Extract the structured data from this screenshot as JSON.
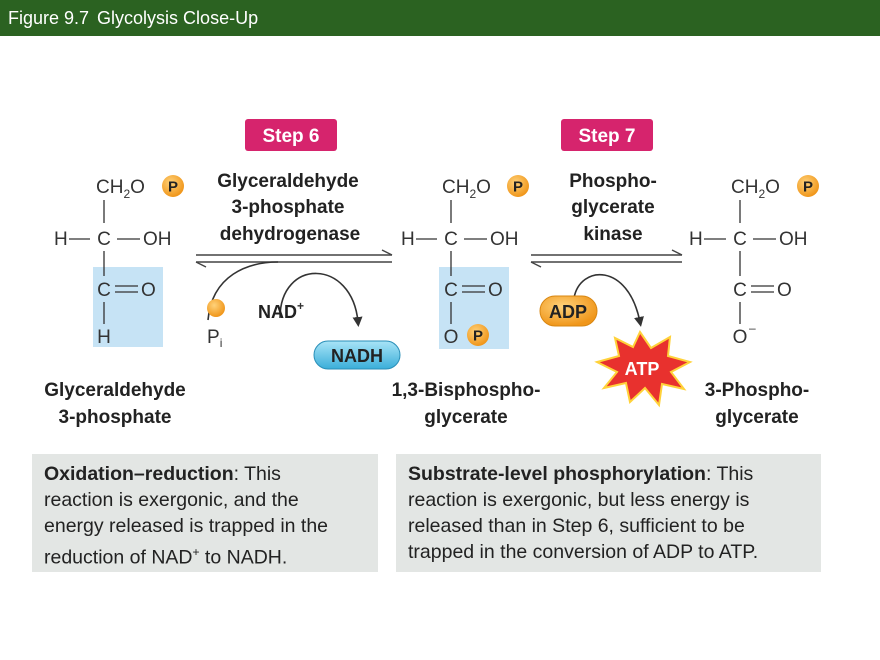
{
  "figure_title": {
    "number": "Figure 9.7",
    "title": "Glycolysis Close-Up"
  },
  "steps": [
    {
      "label": "Step 6",
      "enzyme_lines": [
        "Glyceraldehyde",
        "3-phosphate",
        "dehydrogenase"
      ],
      "inputs": {
        "phosphate": "P",
        "phosphate_sub": "i",
        "nad": "NAD",
        "nad_sup": "+"
      },
      "output": "NADH"
    },
    {
      "label": "Step 7",
      "enzyme_lines": [
        "Phospho-",
        "glycerate",
        "kinase"
      ],
      "inputs": {
        "adp": "ADP"
      },
      "output": "ATP"
    }
  ],
  "compounds": [
    {
      "name_lines": [
        "Glyceraldehyde",
        "3-phosphate"
      ]
    },
    {
      "name_lines": [
        "1,3-Bisphospho-",
        "glycerate"
      ]
    },
    {
      "name_lines": [
        "3-Phospho-",
        "glycerate"
      ]
    }
  ],
  "structure_text": {
    "ch": "CH",
    "sub2": "2",
    "o": "O",
    "p": "P",
    "h": "H",
    "c": "C",
    "oh": "OH",
    "o_minus": "–"
  },
  "descriptions": [
    {
      "heading": "Oxidation–reduction",
      "lines": [
        ": This",
        "reaction is exergonic, and the",
        "energy released is trapped in the",
        "reduction of NAD",
        "+",
        " to NADH."
      ]
    },
    {
      "heading": "Substrate-level phosphorylation",
      "lines": [
        ": This",
        "reaction is exergonic, but less energy is",
        "released than in Step 6, sufficient to be",
        "trapped in the conversion of ADP to ATP."
      ]
    }
  ],
  "colors": {
    "title_bar": "#2b6221",
    "step_label": "#d6246d",
    "phosphate": "#f5a623",
    "highlight": "#c6e3f5",
    "nadh": "#5cc4e8",
    "atp_burst": "#e8312e",
    "description_box": "#e3e6e4"
  }
}
